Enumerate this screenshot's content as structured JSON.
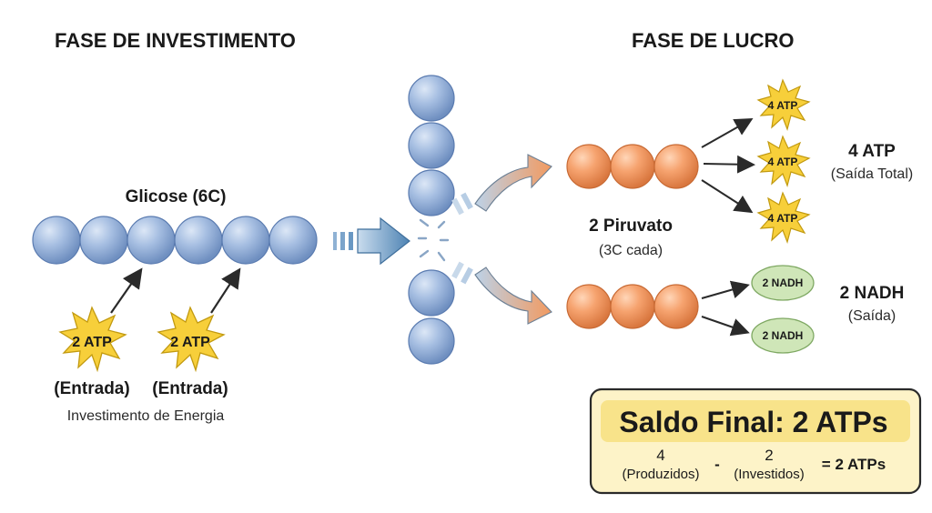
{
  "headings": {
    "investment_phase": "FASE DE INVESTIMENTO",
    "payoff_phase": "FASE DE LUCRO"
  },
  "glucose": {
    "label": "Glicose (6C)",
    "carbon_count": 6
  },
  "investment": {
    "atp_inputs": [
      {
        "label": "2 ATP",
        "caption": "(Entrada)"
      },
      {
        "label": "2 ATP",
        "caption": "(Entrada)"
      }
    ],
    "caption": "Investimento de Energia"
  },
  "pyruvate": {
    "label": "2 Piruvato",
    "sublabel": "(3C cada)"
  },
  "outputs": {
    "atp_stars": [
      "4 ATP",
      "4 ATP",
      "4 ATP"
    ],
    "atp_total_label": "4 ATP",
    "atp_total_sub": "(Saída Total)",
    "nadh_pills": [
      "2 NADH",
      "2 NADH"
    ],
    "nadh_label": "2 NADH",
    "nadh_sub": "(Saída)"
  },
  "summary": {
    "title": "Saldo Final: 2 ATPs",
    "produced_value": "4",
    "produced_label": "(Produzidos)",
    "minus": "-",
    "invested_value": "2",
    "invested_label": "(Investidos)",
    "result": "= 2 ATPs"
  },
  "colors": {
    "carbon_blue": "#9db5dc",
    "carbon_orange": "#f4a070",
    "atp_star": "#f7cf3a",
    "nadh_green": "#cfe6b8",
    "summary_bg": "#fdf3c8",
    "summary_border": "#2a2a2a",
    "arrow_blue": "#5f8fb8"
  }
}
